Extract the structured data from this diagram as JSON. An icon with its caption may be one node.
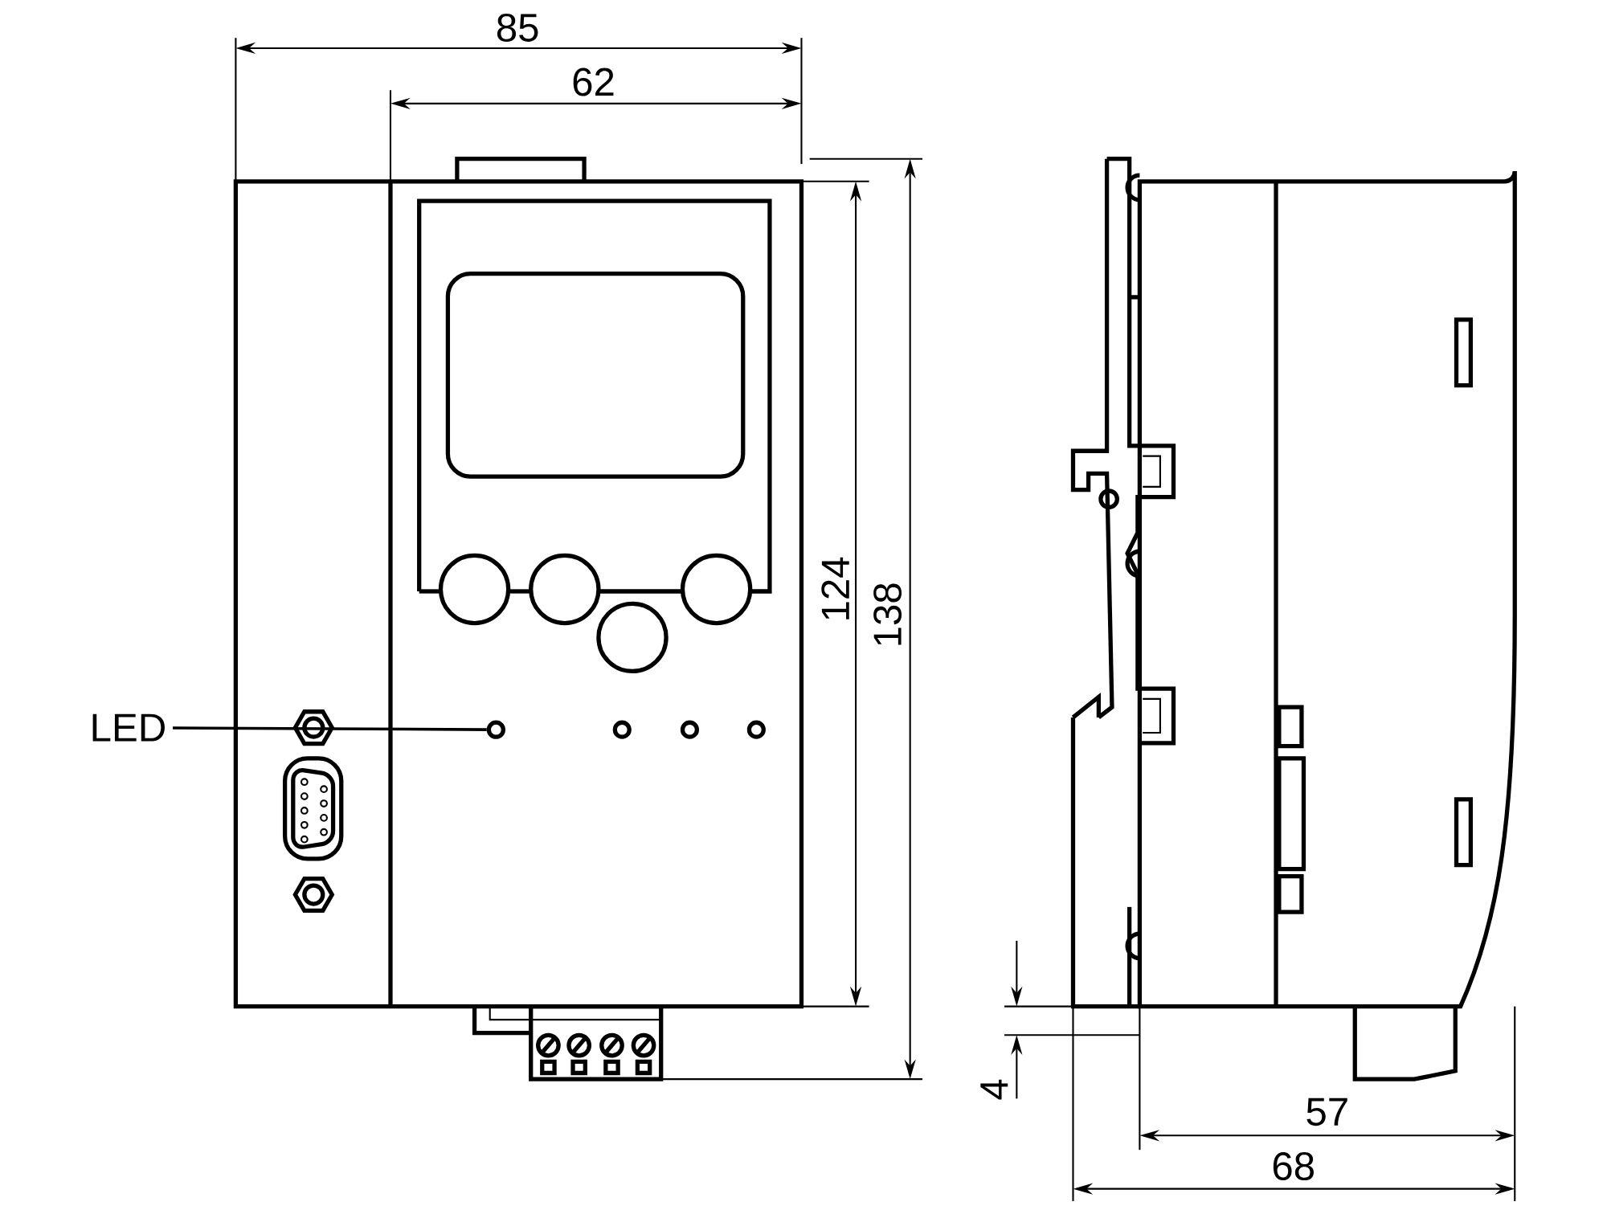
{
  "diagram": {
    "nodes": [
      {
        "text": [
          "LED"
        ]
      },
      {
        "text": [],
        "shape": "circle"
      }
    ],
    "edges": [
      {
        "from": 0,
        "to": 1,
        "arrow": "none"
      }
    ],
    "labels": [
      "85",
      "62",
      "124",
      "138",
      "4",
      "57",
      "68"
    ]
  }
}
